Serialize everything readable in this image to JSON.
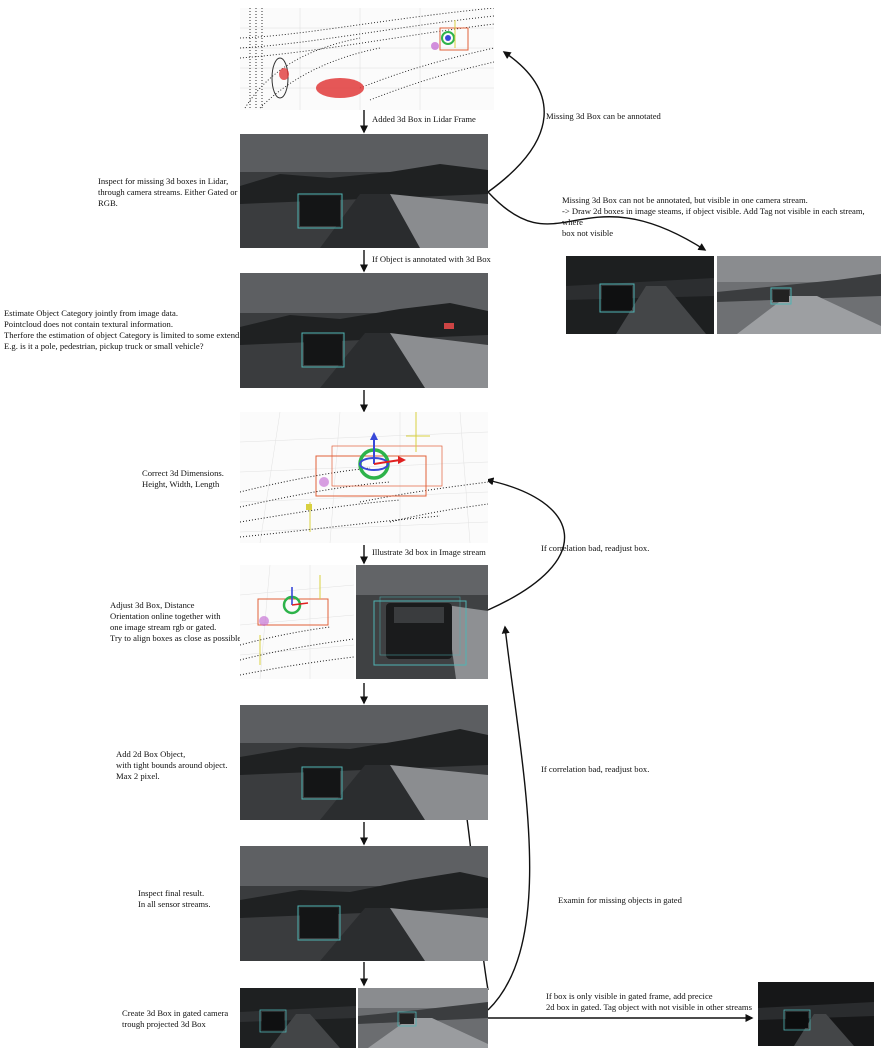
{
  "labels": {
    "added_3d_box": "Added 3d Box in Lidar Frame",
    "missing_annotated": "Missing 3d Box can be annotated",
    "inspect_missing": "Inspect for missing 3d boxes in Lidar,\nthrough camera streams. Either Gated or\nRGB.",
    "missing_not_annotated": "Missing 3d Box can not be annotated, but visible in one camera stream.\n-> Draw 2d boxes in image steams, if object visible. Add Tag not visible in each stream, where\nbox not visible",
    "if_annotated": "If Object is annotated with 3d Box",
    "estimate_category": "Estimate Object Category jointly from image data.\nPointcloud does not contain textural information.\nTherfore the estimation of object Category is limited to some extend.\nE.g. is it a pole, pedestrian, pickup truck or small vehicle?",
    "correct_dims": "Correct 3d Dimensions.\nHeight, Width, Length",
    "illustrate_box": "Illustrate 3d box in Image stream",
    "correlation_bad_1": "If correlation bad, readjust box.",
    "adjust_box": "Adjust 3d Box, Distance\nOrientation online together with\none image stream rgb or gated.\nTry to align boxes as close as possible.",
    "add_2d_box": "Add 2d Box Object,\nwith tight bounds around object.\nMax 2 pixel.",
    "correlation_bad_2": "If correlation bad, readjust box.",
    "inspect_final": "Inspect final result.\nIn all sensor streams.",
    "examine_gated": "Examin for missing objects in gated",
    "create_gated": "Create 3d Box in gated camera\ntrough projected 3d Box",
    "only_gated": "If box is only visible in gated frame, add precice\n2d box in gated. Tag object with not visible in other streams"
  },
  "colors": {
    "arrow": "#111111",
    "box_3d": "#e0603a",
    "box_2d": "#4fb3b3",
    "gizmo_green": "#2db34a",
    "gizmo_blue": "#3848d8",
    "gizmo_red": "#e02020",
    "gizmo_yellow": "#d8d040"
  }
}
